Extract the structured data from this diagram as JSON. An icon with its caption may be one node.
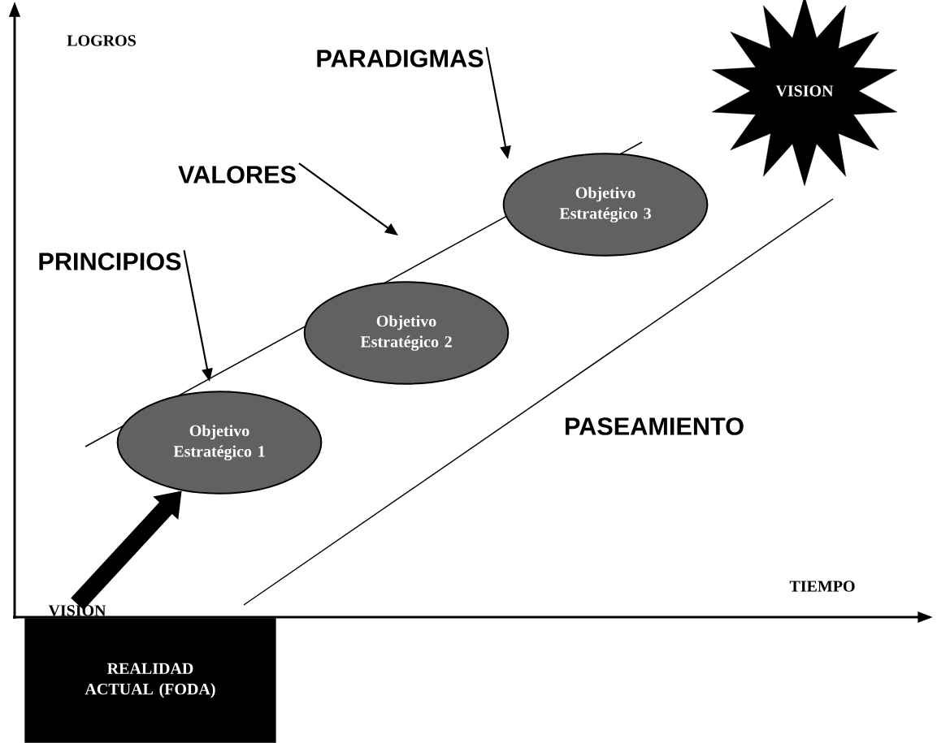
{
  "diagram": {
    "nodes": [
      {
        "text": [
          "PRINCIPIOS"
        ]
      },
      {
        "text": [
          "VALORES"
        ]
      },
      {
        "text": [
          "PARADIGMAS"
        ]
      },
      {
        "text": [
          "Objetivo Estratégico 1"
        ]
      },
      {
        "text": [
          "Objetivo Estratégico 2"
        ]
      },
      {
        "text": [
          "Objetivo Estratégico 3"
        ]
      },
      {
        "text": [
          "VISION"
        ]
      },
      {
        "text": [
          "REALIDAD ACTUAL (FODA)"
        ]
      },
      {
        "text": [
          "VISION"
        ]
      }
    ],
    "edges": [
      {
        "from": 0,
        "to": null,
        "arrow": "to"
      },
      {
        "from": 1,
        "to": null,
        "arrow": "to"
      },
      {
        "from": 2,
        "to": null,
        "arrow": "to"
      },
      {
        "from": 8,
        "to": 3,
        "arrow": "to",
        "style": "thick"
      }
    ],
    "labels": [
      "LOGROS",
      "PASEAMIENTO",
      "TIEMPO"
    ]
  }
}
